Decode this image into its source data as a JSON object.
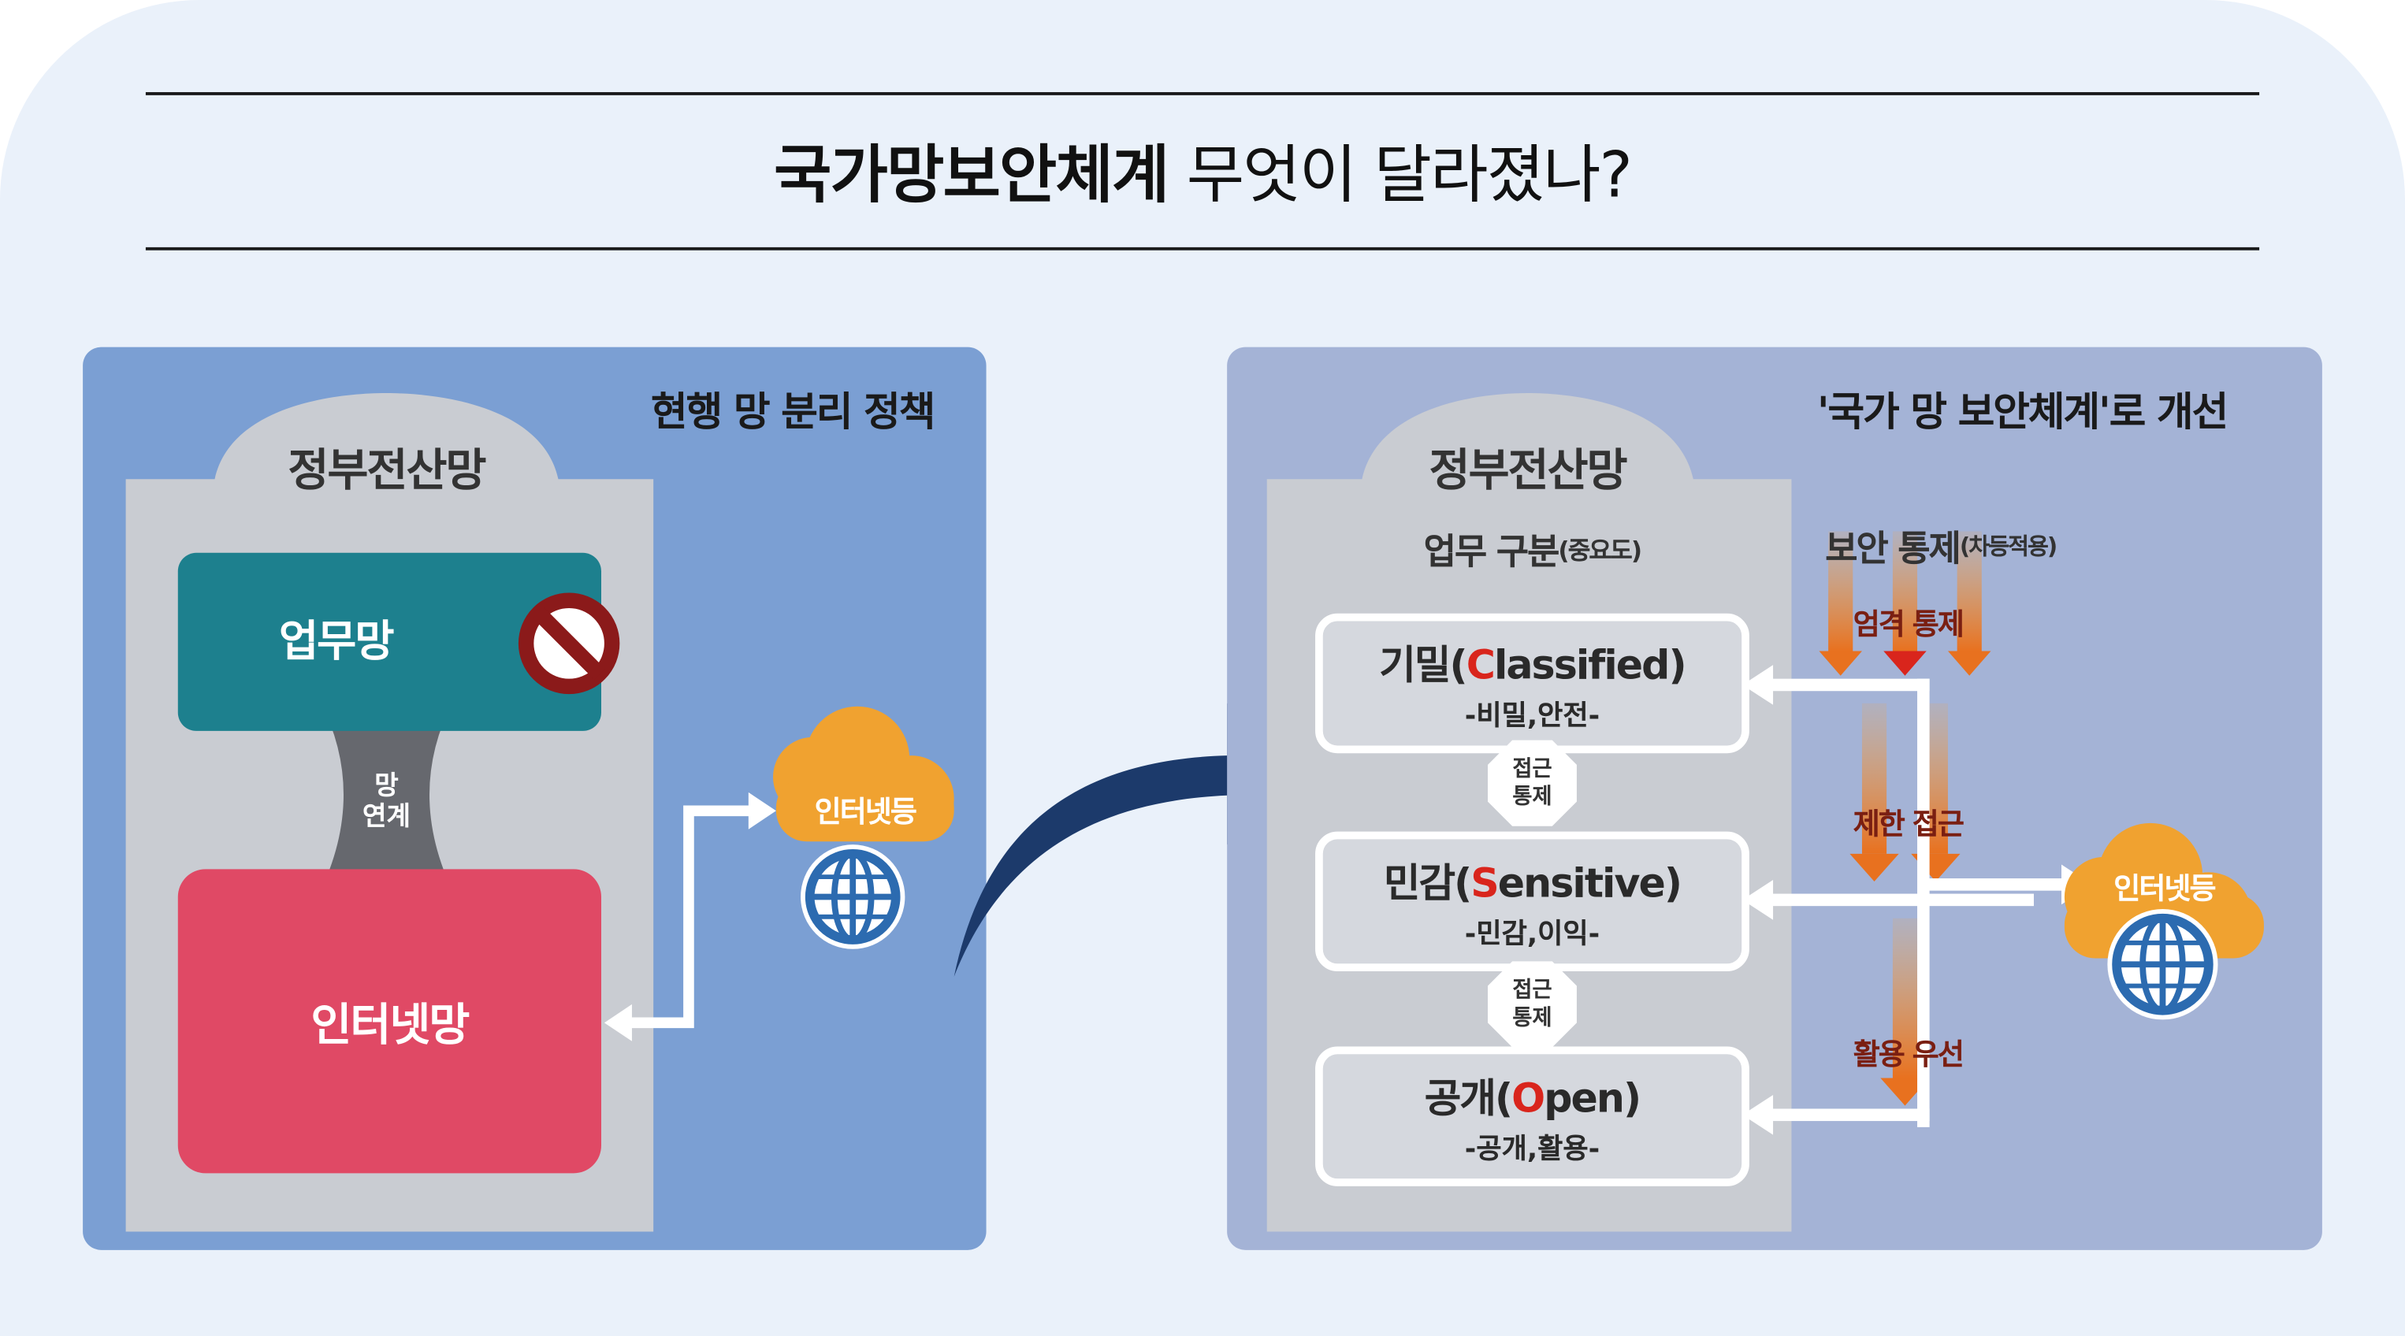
{
  "title": {
    "bold": "국가망보안체계",
    "rest": "무엇이 달라졌나?"
  },
  "left_panel": {
    "title": "현행 망 분리 정책",
    "house_label": "정부전산망",
    "work_net": "업무망",
    "link_label_1": "망",
    "link_label_2": "연계",
    "internet_net": "인터넷망",
    "cloud_label": "인터넷등"
  },
  "right_panel": {
    "title": "'국가 망 보안체계'로 개선",
    "house_label": "정부전산망",
    "section_label": "업무 구분",
    "section_label_small": "(중요도)",
    "control_label": "보안 통제",
    "control_label_small": "(차등적용)",
    "tiers": [
      {
        "name_kr": "기밀",
        "initial": "C",
        "rest": "lassified",
        "sub": "-비밀,안전-"
      },
      {
        "name_kr": "민감",
        "initial": "S",
        "rest": "ensitive",
        "sub": "-민감,이익-"
      },
      {
        "name_kr": "공개",
        "initial": "O",
        "rest": "pen",
        "sub": "-공개,활용-"
      }
    ],
    "access_control_1": "접근",
    "access_control_2": "통제",
    "arrow_labels": [
      "엄격 통제",
      "제한 접근",
      "활용 우선"
    ],
    "cloud_label": "인터넷등"
  },
  "colors": {
    "left_bg": "#7b9fd3",
    "right_bg": "#a4b3d6",
    "house": "#c9ccd2",
    "work_net": "#1d808e",
    "internet_net": "#e04965",
    "cloud": "#f0a230",
    "globe": "#2c6bb0",
    "arrow_dark": "#1c3a6b",
    "tier_red": "#d9251c"
  }
}
